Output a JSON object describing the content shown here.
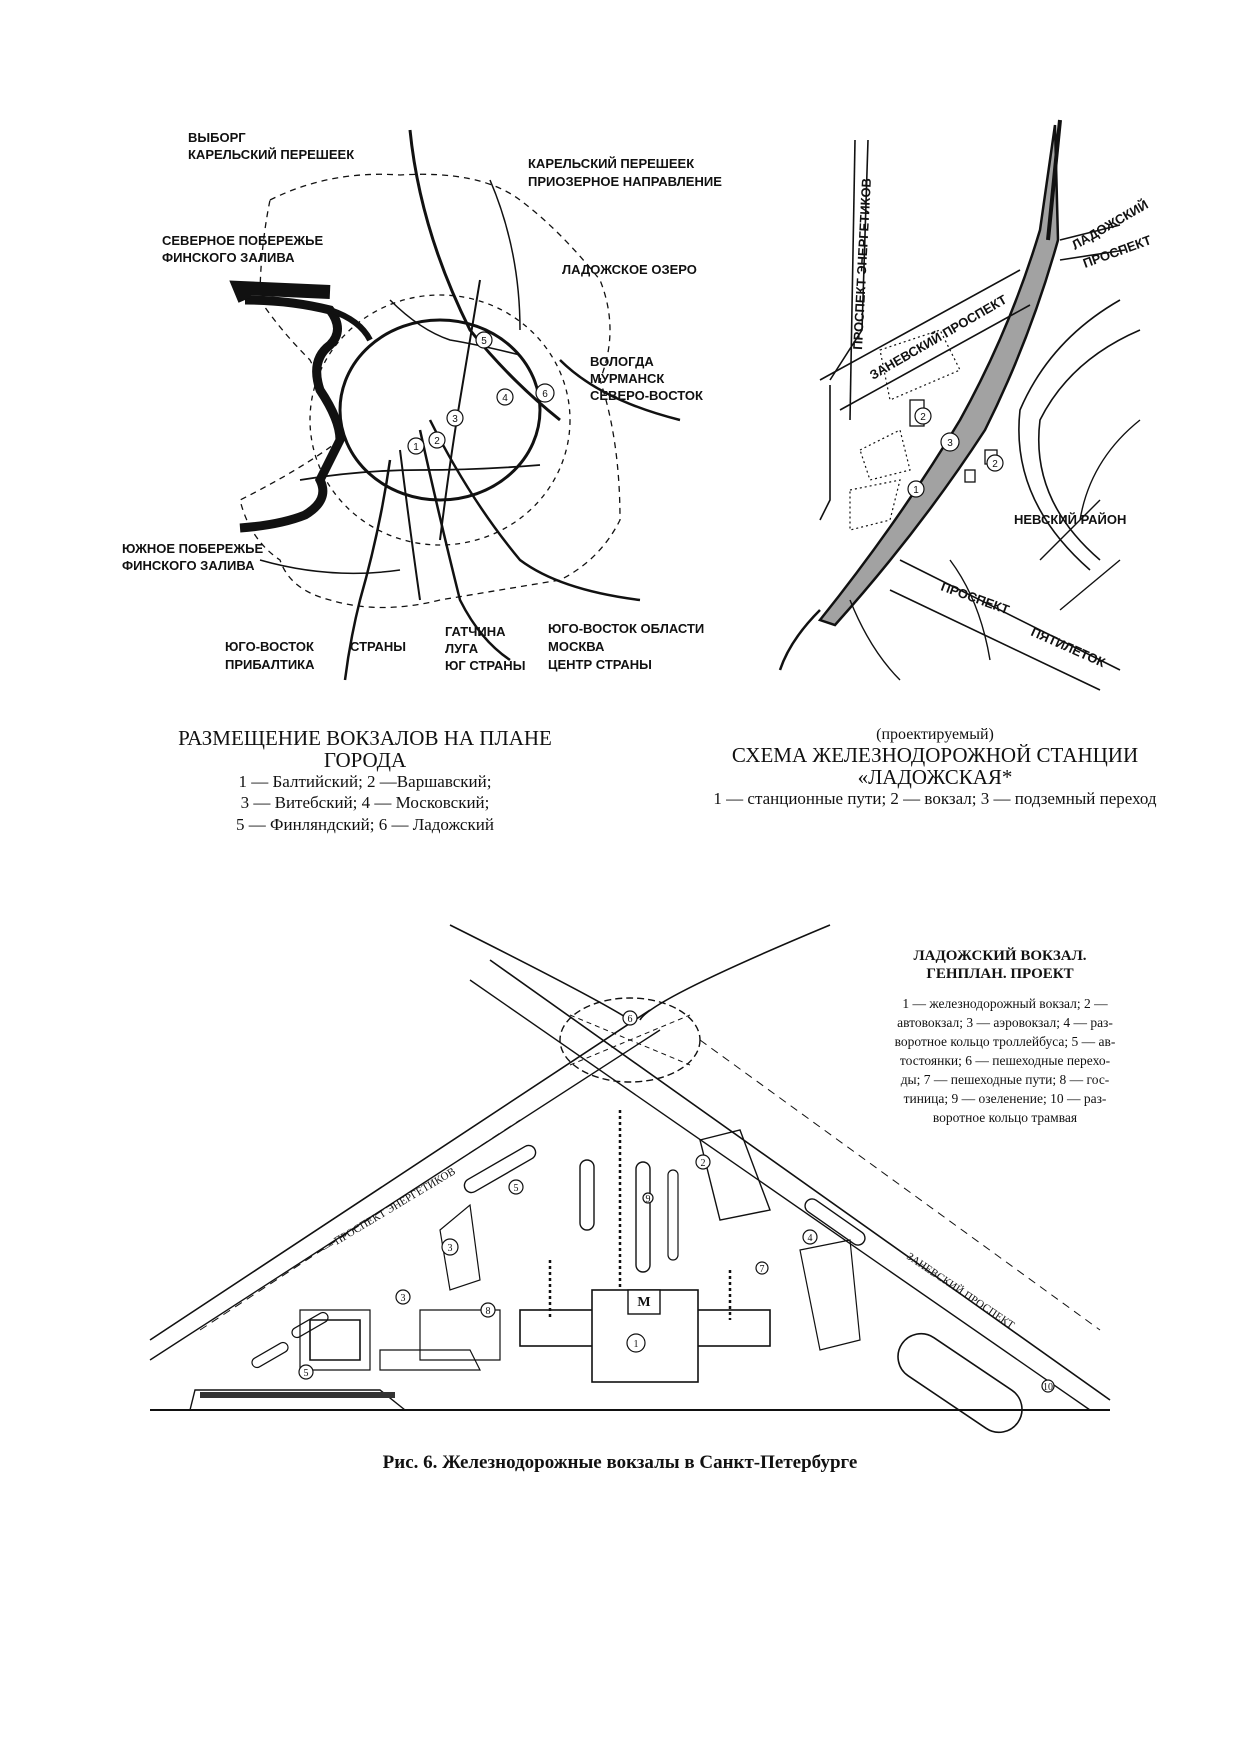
{
  "map_left": {
    "labels": {
      "vyborg": [
        "ВЫБОРГ",
        "КАРЕЛЬСКИЙ ПЕРЕШЕЕК"
      ],
      "karel_prioz": [
        "КАРЕЛЬСКИЙ ПЕРЕШЕЕК",
        "ПРИОЗЕРНОЕ НАПРАВЛЕНИЕ"
      ],
      "north_coast": [
        "СЕВЕРНОЕ ПОБЕРЕЖЬЕ",
        "ФИНСКОГО ЗАЛИВА"
      ],
      "ladoga_lake": [
        "ЛАДОЖСКОЕ ОЗЕРО"
      ],
      "vologda": [
        "ВОЛОГДА",
        "МУРМАНСК",
        "СЕВЕРО-ВОСТОК"
      ],
      "south_coast": [
        "ЮЖНОЕ ПОБЕРЕЖЬЕ",
        "ФИНСКОГО ЗАЛИВА"
      ],
      "sw": [
        "ЮГО-ВОСТОК",
        "ПРИБАЛТИКА"
      ],
      "strany": [
        "СТРАНЫ"
      ],
      "gatchina": [
        "ГАТЧИНА",
        "ЛУГА",
        "ЮГ СТРАНЫ"
      ],
      "se": [
        "ЮГО-ВОСТОК ОБЛАСТИ",
        "МОСКВА",
        "ЦЕНТР СТРАНЫ"
      ]
    },
    "station_numbers": [
      "1",
      "2",
      "3",
      "4",
      "5",
      "6"
    ]
  },
  "caption_left": {
    "title": "РАЗМЕЩЕНИЕ ВОКЗАЛОВ НА ПЛАНЕ ГОРОДА",
    "lines": [
      "1 — Балтийский; 2 —Варшавский;",
      "3 — Витебский; 4 — Московский;",
      "5 — Финляндский; 6 — Ладожский"
    ]
  },
  "map_right": {
    "labels": {
      "energetikov": "ПРОСПЕКТ ЭНЕРГЕТИКОВ",
      "zanevsky": "ЗАНЕВСКИЙ ПРОСПЕКТ",
      "ladozhsky": [
        "ЛАДОЖСКИЙ",
        "ПРОСПЕКТ"
      ],
      "nevsky": "НЕВСКИЙ РАЙОН",
      "pyatiletok": [
        "ПРОСПЕКТ",
        "ПЯТИЛЕТОК"
      ]
    },
    "numbers": [
      "1",
      "2",
      "3",
      "2"
    ]
  },
  "caption_right": {
    "sup": "(проектируемый)",
    "title": "СХЕМА ЖЕЛЕЗНОДОРОЖНОЙ СТАНЦИИ «ЛАДОЖСКАЯ*",
    "text": "1 — станционные пути; 2 — вокзал; 3 — подземный переход"
  },
  "plan": {
    "title": [
      "ЛАДОЖСКИЙ ВОКЗАЛ.",
      "ГЕНПЛАН. ПРОЕКТ"
    ],
    "legend_lines": [
      "1 — железнодорожный вокзал; 2 —",
      "автовокзал; 3 — аэровокзал; 4 — раз-",
      "воротное кольцо троллейбуса; 5 — ав-",
      "тостоянки; 6 — пешеходные перехо-",
      "ды; 7 — пешеходные пути; 8 — гос-",
      "тиница; 9 — озеленение; 10 — раз-",
      "воротное кольцо трамвая"
    ],
    "street_left": "— ПРОСПЕКТ ЭНЕРГЕТИКОВ",
    "street_right": "ЗАНЕВСКИЙ ПРОСПЕКТ",
    "metro": "М",
    "numbers": [
      "1",
      "2",
      "3",
      "3",
      "4",
      "5",
      "5",
      "6",
      "7",
      "8",
      "9",
      "10"
    ]
  },
  "figure_caption": "Рис. 6. Железнодорожные вокзалы в Санкт-Петербурге"
}
